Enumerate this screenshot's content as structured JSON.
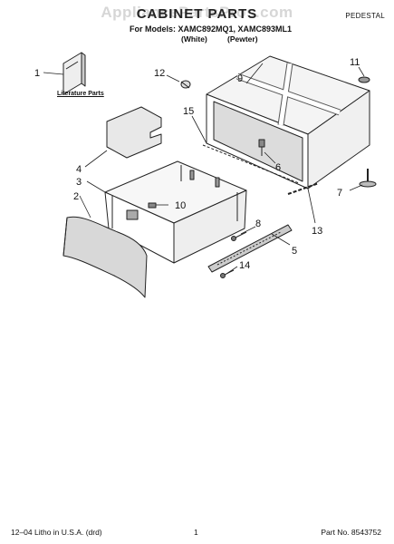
{
  "header": {
    "watermark": "AppliancePartsPros.com",
    "title": "CABINET PARTS",
    "corner_label": "PEDESTAL",
    "models_line": "For Models: XAMC892MQ1, XAMC893ML1",
    "variant_white": "(White)",
    "variant_pewter": "(Pewter)"
  },
  "diagram": {
    "literature_label": "Literature Parts",
    "callouts": [
      "1",
      "2",
      "3",
      "4",
      "5",
      "6",
      "7",
      "8",
      "9",
      "10",
      "11",
      "12",
      "13",
      "14",
      "15"
    ]
  },
  "footer": {
    "left": "12–04 Litho in U.S.A. (drd)",
    "page": "1",
    "part_no": "Part No. 8543752"
  }
}
